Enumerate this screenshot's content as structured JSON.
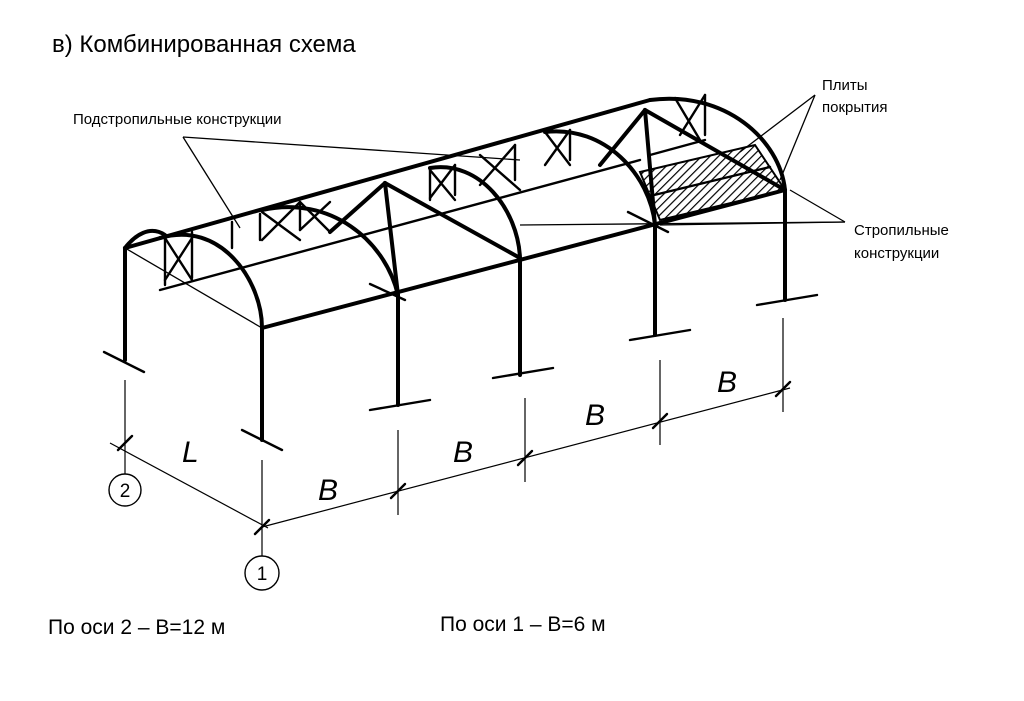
{
  "title": "в) Комбинированная схема",
  "labels": {
    "sub_rafter": "Подстропильные конструкции",
    "slabs_line1": "Плиты",
    "slabs_line2": "покрытия",
    "rafter_line1": "Стропильные",
    "rafter_line2": "конструкции"
  },
  "dimensions": {
    "span": "L",
    "bays": [
      "B",
      "B",
      "B",
      "B"
    ]
  },
  "axes": [
    "1",
    "2"
  ],
  "notes": {
    "axis2": "По оси 2 – В=12 м",
    "axis1": "По оси 1 – В=6 м"
  },
  "colors": {
    "line": "#000000",
    "background": "#ffffff"
  }
}
